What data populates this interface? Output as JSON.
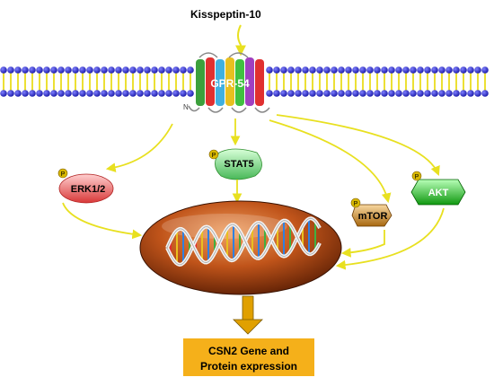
{
  "ligand": {
    "label": "Kisspeptin-10"
  },
  "receptor": {
    "label": "GPR-54",
    "n_terminus": "N"
  },
  "phospho_marker": "P",
  "nodes": {
    "erk": {
      "label": "ERK1/2",
      "color": "#e04848"
    },
    "stat5": {
      "label": "STAT5",
      "color": "#5ecb6a"
    },
    "mtor": {
      "label": "mTOR",
      "color": "#b87a20"
    },
    "akt": {
      "label": "AKT",
      "color": "#1ea81e"
    }
  },
  "output": {
    "line1": "CSN2 Gene and",
    "line2": "Protein expression",
    "color": "#f5b01a"
  },
  "colors": {
    "arrow": "#e8e020",
    "membrane_head": "#2f2fd8",
    "membrane_tail": "#e8d800",
    "nucleus": "#c0541a",
    "down_arrow": "#e0a000"
  }
}
